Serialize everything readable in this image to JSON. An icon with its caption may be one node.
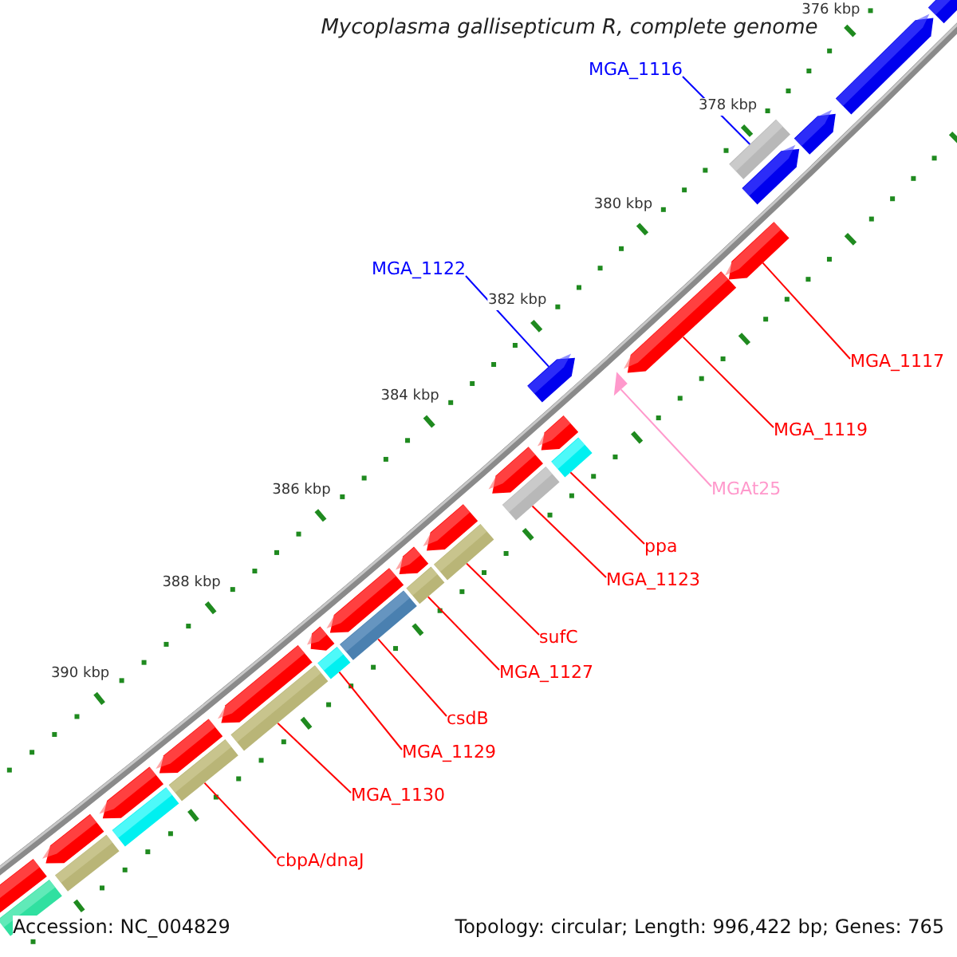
{
  "diagram": {
    "title": "Mycoplasma gallisepticum R, complete genome",
    "nodes": [
      {
        "text": [
          "MGA_1116"
        ]
      },
      {
        "text": [
          "MGA_1122"
        ]
      },
      {
        "text": [
          "MGA_1117"
        ]
      },
      {
        "text": [
          "MGA_1119"
        ]
      },
      {
        "text": [
          "MGAt25"
        ]
      },
      {
        "text": [
          "ppa"
        ]
      },
      {
        "text": [
          "MGA_1123"
        ]
      },
      {
        "text": [
          "sufC"
        ]
      },
      {
        "text": [
          "MGA_1127"
        ]
      },
      {
        "text": [
          "csdB"
        ]
      },
      {
        "text": [
          "MGA_1129"
        ]
      },
      {
        "text": [
          "MGA_1130"
        ]
      },
      {
        "text": [
          "cbpA/dnaJ"
        ]
      },
      {
        "text": [],
        "shape": "pentagon"
      },
      {
        "text": [],
        "shape": "pentagon"
      },
      {
        "text": [],
        "shape": "pentagon"
      },
      {
        "text": [],
        "shape": "pentagon"
      },
      {
        "text": [],
        "shape": "bar"
      },
      {
        "text": [],
        "shape": "pentagon"
      },
      {
        "text": [],
        "shape": "pentagon"
      },
      {
        "text": [],
        "shape": "pentagon"
      },
      {
        "text": [],
        "shape": "triangle"
      },
      {
        "text": [],
        "shape": "pentagon"
      },
      {
        "text": [],
        "shape": "bar"
      },
      {
        "text": [],
        "shape": "pentagon"
      },
      {
        "text": [],
        "shape": "bar"
      },
      {
        "text": [],
        "shape": "pentagon"
      },
      {
        "text": [],
        "shape": "bar"
      },
      {
        "text": [],
        "shape": "pentagon"
      },
      {
        "text": [],
        "shape": "bar"
      },
      {
        "text": [],
        "shape": "pentagon"
      },
      {
        "text": [],
        "shape": "bar"
      },
      {
        "text": [],
        "shape": "pentagon"
      },
      {
        "text": [],
        "shape": "bar"
      },
      {
        "text": [],
        "shape": "pentagon"
      },
      {
        "text": [],
        "shape": "bar"
      },
      {
        "text": [],
        "shape": "pentagon"
      },
      {
        "text": [],
        "shape": "bar"
      },
      {
        "text": [],
        "shape": "pentagon"
      },
      {
        "text": [],
        "shape": "bar"
      },
      {
        "text": [],
        "shape": "pentagon"
      },
      {
        "text": [],
        "shape": "bar"
      },
      {
        "text": [],
        "shape": "pentagon"
      },
      {
        "text": [],
        "shape": "bar"
      }
    ],
    "edges": [
      {
        "from": 0,
        "to": 17,
        "arrow": "none",
        "color": "#0000ff"
      },
      {
        "from": 1,
        "to": 18,
        "arrow": "none",
        "color": "#0000ff"
      },
      {
        "from": 2,
        "to": 19,
        "arrow": "none"
      },
      {
        "from": 3,
        "to": 20,
        "arrow": "none"
      },
      {
        "from": 4,
        "to": 21,
        "arrow": "none",
        "color": "#ff99cc"
      },
      {
        "from": 5,
        "to": 23,
        "arrow": "none"
      },
      {
        "from": 6,
        "to": 25,
        "arrow": "none"
      },
      {
        "from": 7,
        "to": 27,
        "arrow": "none"
      },
      {
        "from": 8,
        "to": 29,
        "arrow": "none"
      },
      {
        "from": 9,
        "to": 31,
        "arrow": "none"
      },
      {
        "from": 10,
        "to": 33,
        "arrow": "none"
      },
      {
        "from": 11,
        "to": 35,
        "arrow": "none"
      },
      {
        "from": 12,
        "to": 37,
        "arrow": "none"
      }
    ],
    "labels": [
      "376 kbp",
      "378 kbp",
      "380 kbp",
      "382 kbp",
      "384 kbp",
      "386 kbp",
      "388 kbp",
      "390 kbp",
      "Accession: NC_004829",
      "Topology: circular; Length: 996,422 bp; Genes: 765"
    ]
  }
}
